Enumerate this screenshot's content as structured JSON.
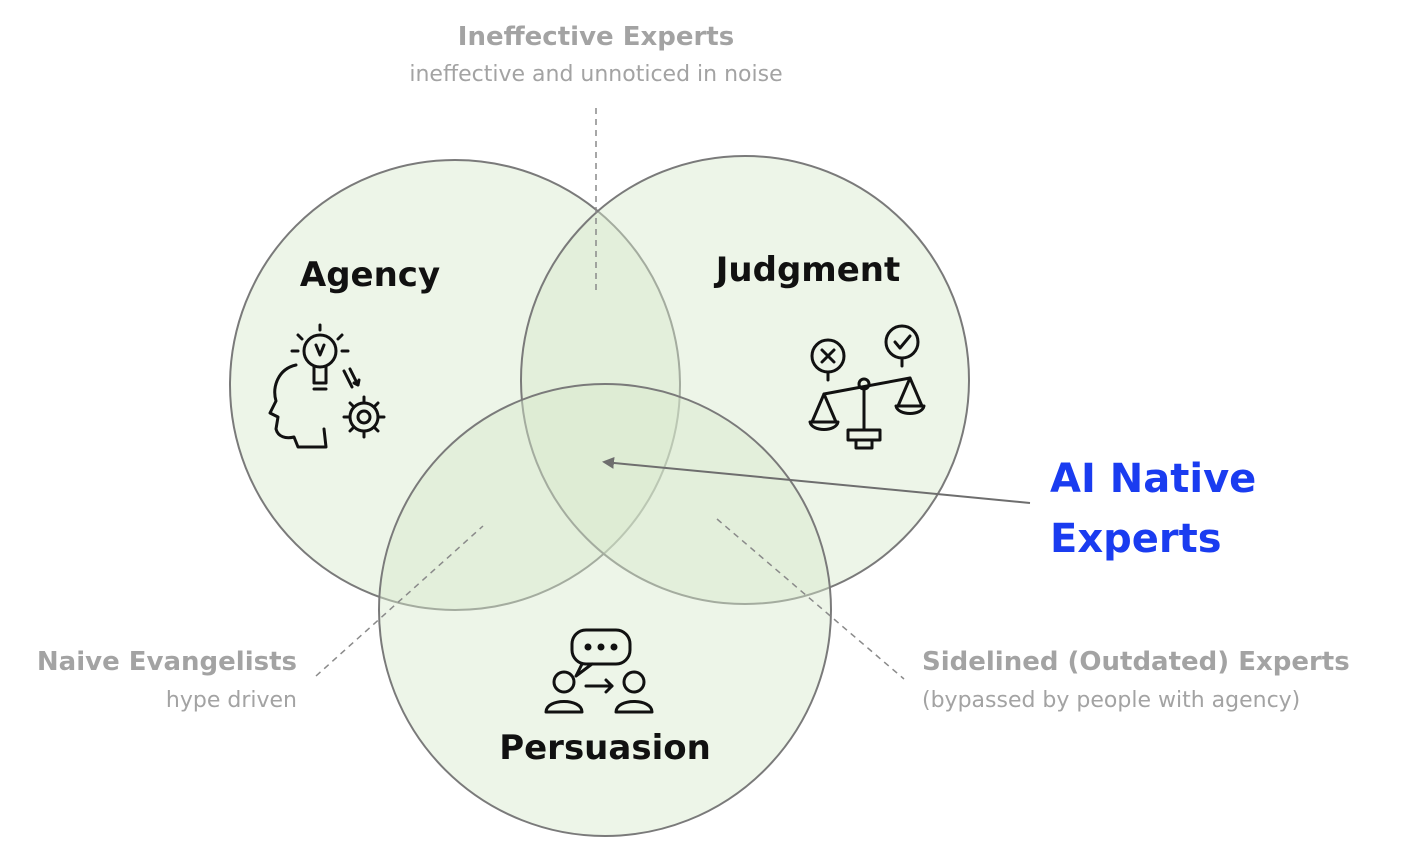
{
  "sets": {
    "agency": "Agency",
    "judgment": "Judgment",
    "persuasion": "Persuasion"
  },
  "regions": {
    "ineffective": {
      "title": "Ineffective Experts",
      "subtitle": "ineffective and unnoticed in noise"
    },
    "naive": {
      "title": "Naive Evangelists",
      "subtitle": "hype driven"
    },
    "sidelined": {
      "title": "Sidelined (Outdated) Experts",
      "subtitle": "(bypassed by people with agency)"
    }
  },
  "callout": {
    "line1": "AI Native",
    "line2": "Experts"
  },
  "icons": {
    "agency": "lightbulb-head-gear-icon",
    "judgment": "balance-scale-icon",
    "persuasion": "people-conversation-icon"
  },
  "colors": {
    "circle_fill": "#e9f3e4",
    "circle_stroke": "#7a7a7a",
    "callout": "#1a3cf0",
    "muted_text": "#a3a3a3"
  }
}
